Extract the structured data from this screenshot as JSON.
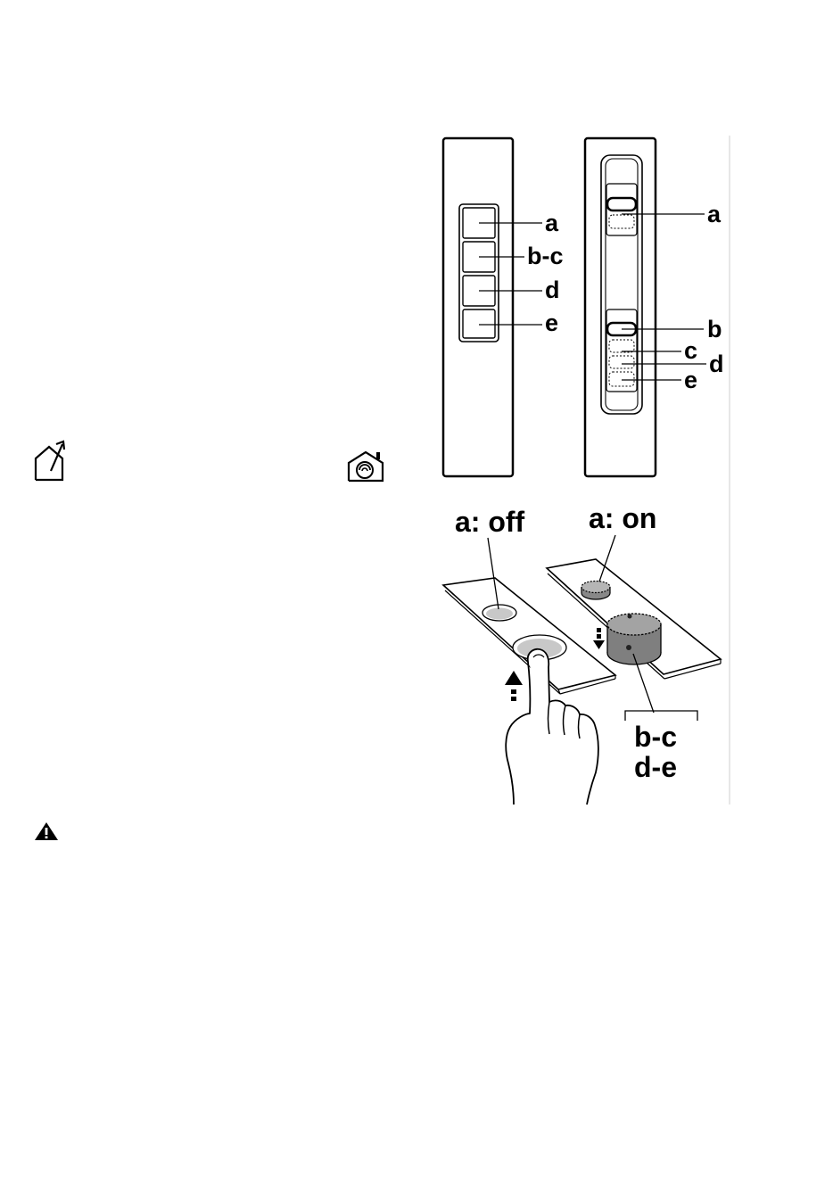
{
  "icons": {
    "left": "house-exhaust-icon",
    "right": "house-recirculation-icon",
    "warning": "warning-triangle-icon"
  },
  "panel1": {
    "labels": [
      "a",
      "b-c",
      "d",
      "e"
    ]
  },
  "panel2": {
    "labels": [
      "a",
      "b",
      "c",
      "d",
      "e"
    ]
  },
  "bottom": {
    "state_off": "a: off",
    "state_on": "a: on",
    "group_line1": "b-c",
    "group_line2": "d-e"
  }
}
